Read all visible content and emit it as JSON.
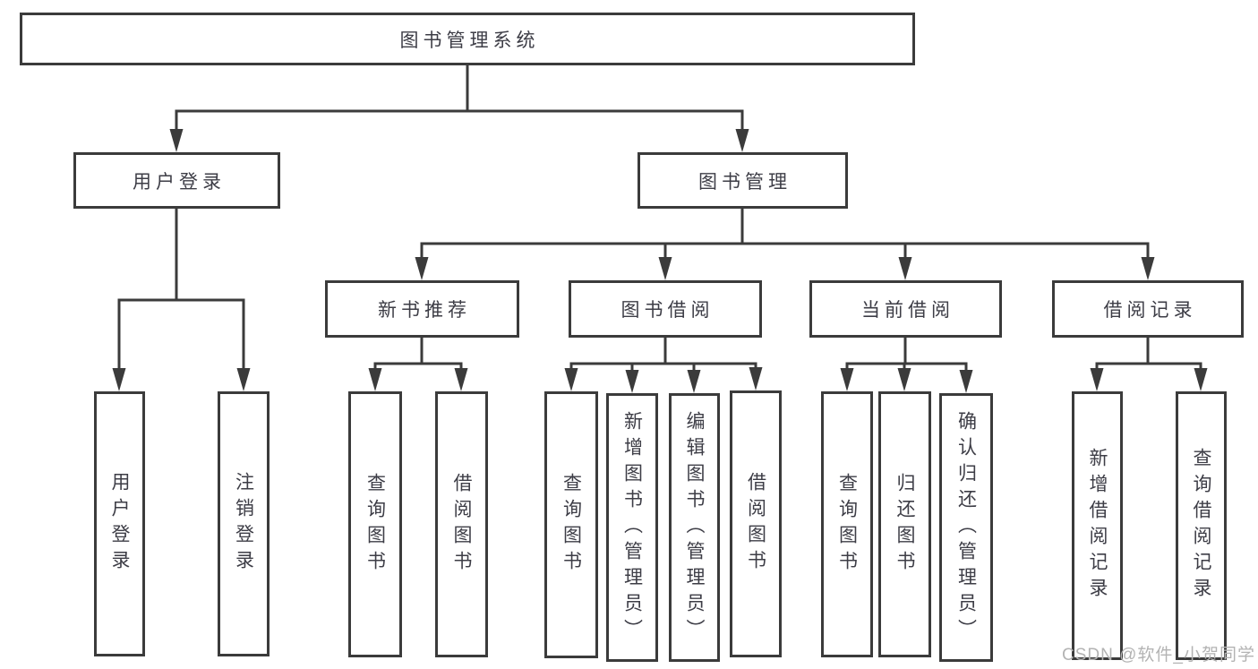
{
  "diagram": {
    "root": {
      "label": "图书管理系统"
    },
    "branches": [
      {
        "label": "用户登录",
        "children": [
          {
            "label": "用户登录"
          },
          {
            "label": "注销登录"
          }
        ]
      },
      {
        "label": "图书管理",
        "children": [
          {
            "label": "新书推荐",
            "children": [
              {
                "label": "查询图书"
              },
              {
                "label": "借阅图书"
              }
            ]
          },
          {
            "label": "图书借阅",
            "children": [
              {
                "label": "查询图书"
              },
              {
                "label": "新增图书（管理员）"
              },
              {
                "label": "编辑图书（管理员）"
              },
              {
                "label": "借阅图书"
              }
            ]
          },
          {
            "label": "当前借阅",
            "children": [
              {
                "label": "查询图书"
              },
              {
                "label": "归还图书"
              },
              {
                "label": "确认归还（管理员）"
              }
            ]
          },
          {
            "label": "借阅记录",
            "children": [
              {
                "label": "新增借阅记录"
              },
              {
                "label": "查询借阅记录"
              }
            ]
          }
        ]
      }
    ]
  },
  "watermark": {
    "text": "CSDN @软件_小贺同学"
  },
  "colors": {
    "line": "#3b3b3b",
    "text": "#3d3d46",
    "watermark": "#b3b3b3",
    "background": "#ffffff"
  }
}
